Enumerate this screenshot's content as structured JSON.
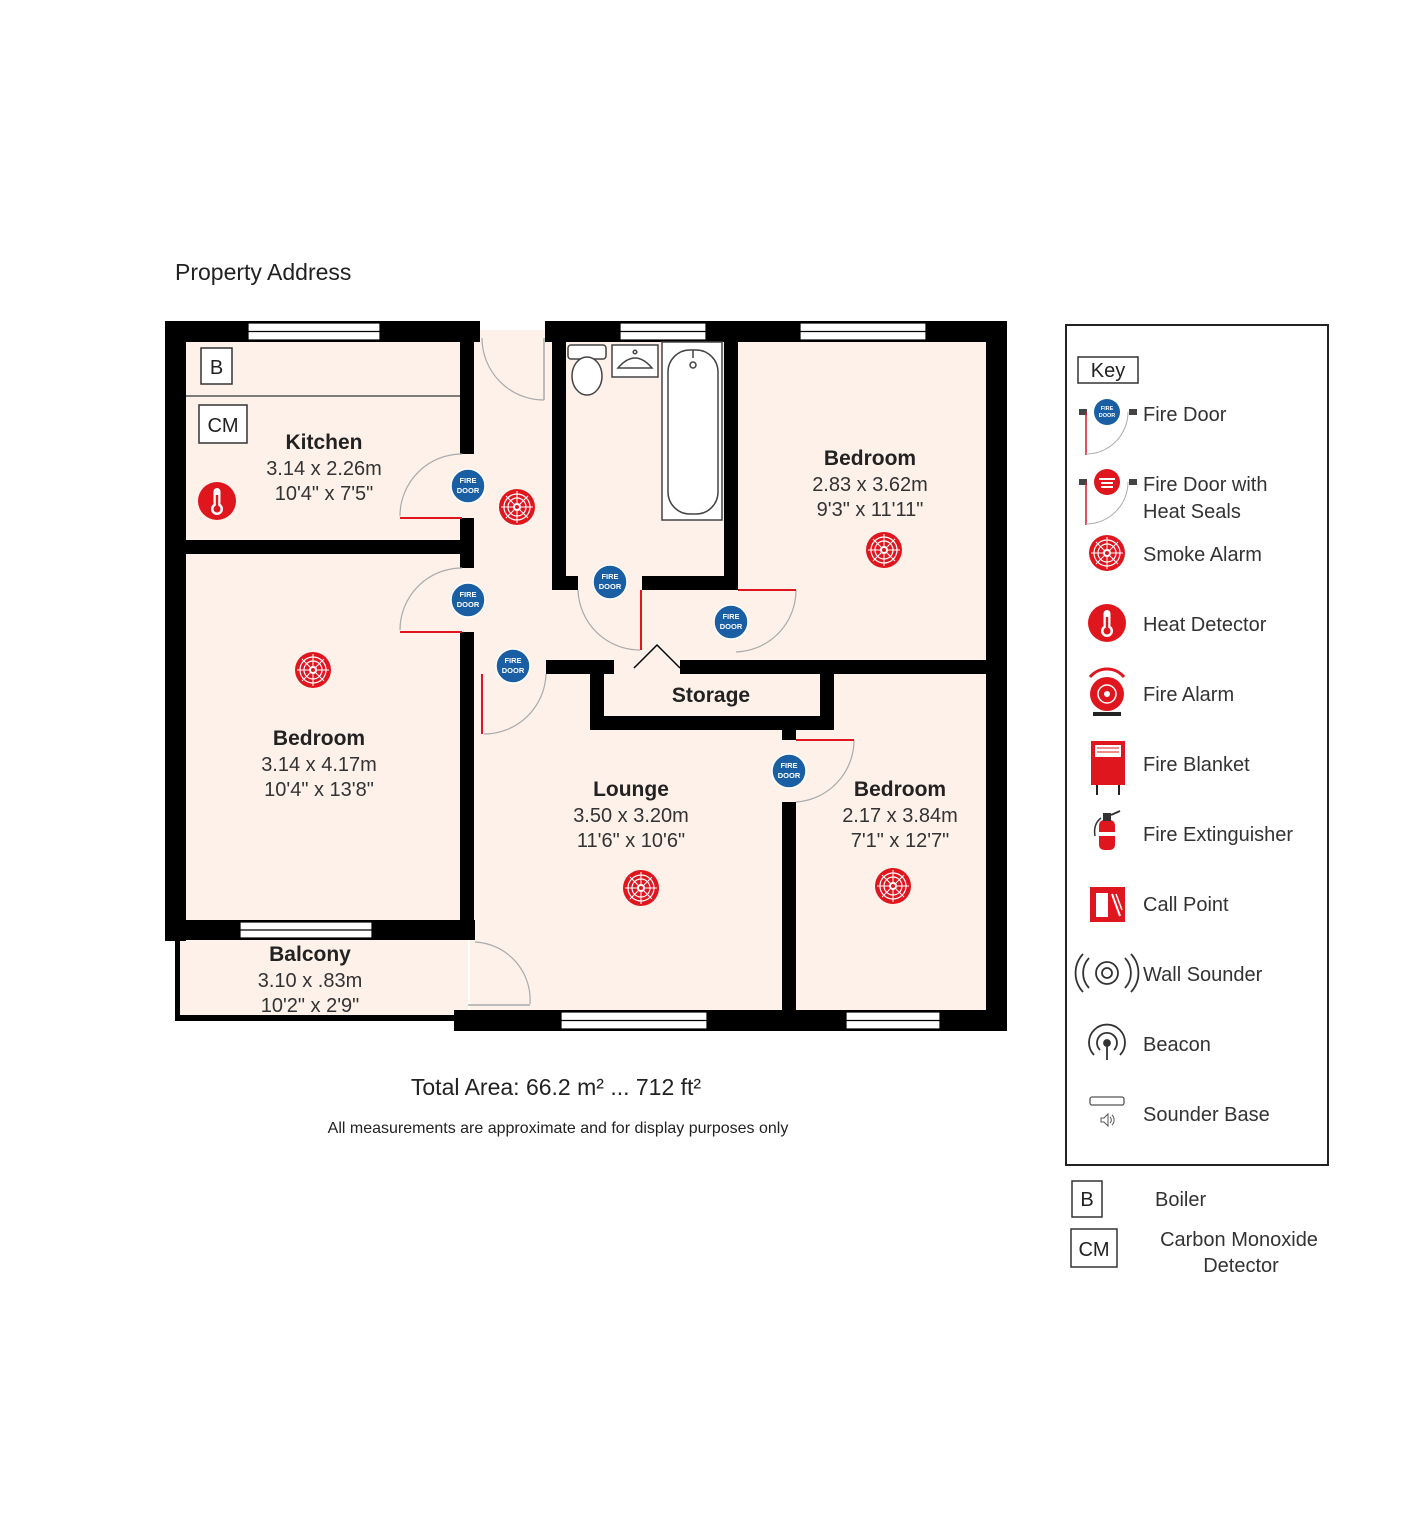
{
  "title": "Property Address",
  "rooms": {
    "kitchen": {
      "name": "Kitchen",
      "metric": "3.14 x 2.26m",
      "imperial": "10'4\" x 7'5\""
    },
    "bedroom_top": {
      "name": "Bedroom",
      "metric": "2.83 x 3.62m",
      "imperial": "9'3\" x 11'11\""
    },
    "bedroom_left": {
      "name": "Bedroom",
      "metric": "3.14 x 4.17m",
      "imperial": "10'4\" x 13'8\""
    },
    "storage": {
      "name": "Storage"
    },
    "lounge": {
      "name": "Lounge",
      "metric": "3.50 x 3.20m",
      "imperial": "11'6\" x 10'6\""
    },
    "bedroom_right": {
      "name": "Bedroom",
      "metric": "2.17 x 3.84m",
      "imperial": "7'1\" x 12'7\""
    },
    "balcony": {
      "name": "Balcony",
      "metric": "3.10 x .83m",
      "imperial": "10'2\" x 2'9\""
    }
  },
  "markers": {
    "boiler": "B",
    "co": "CM",
    "fire_door": [
      "FIRE",
      "DOOR"
    ]
  },
  "footer": {
    "total_area": "Total Area: 66.2 m² ... 712 ft²",
    "disclaimer": "All measurements are approximate and for display purposes only"
  },
  "key": {
    "title": "Key",
    "items": [
      {
        "icon": "fire-door-icon",
        "label": "Fire Door"
      },
      {
        "icon": "fire-door-heat-seals-icon",
        "label": "Fire Door with",
        "label2": "Heat Seals"
      },
      {
        "icon": "smoke-alarm-icon",
        "label": "Smoke Alarm"
      },
      {
        "icon": "heat-detector-icon",
        "label": "Heat Detector"
      },
      {
        "icon": "fire-alarm-icon",
        "label": "Fire Alarm"
      },
      {
        "icon": "fire-blanket-icon",
        "label": "Fire Blanket"
      },
      {
        "icon": "fire-extinguisher-icon",
        "label": "Fire Extinguisher"
      },
      {
        "icon": "call-point-icon",
        "label": "Call Point"
      },
      {
        "icon": "wall-sounder-icon",
        "label": "Wall Sounder"
      },
      {
        "icon": "beacon-icon",
        "label": "Beacon"
      },
      {
        "icon": "sounder-base-icon",
        "label": "Sounder Base"
      }
    ]
  },
  "extra_key": [
    {
      "code": "B",
      "label": "Boiler"
    },
    {
      "code": "CM",
      "label": "Carbon Monoxide",
      "label2": "Detector"
    }
  ],
  "colors": {
    "floor": "#fdf1ea",
    "wall": "#000000",
    "fire_red": "#e0161e",
    "door_blue": "#1a5fa3"
  }
}
